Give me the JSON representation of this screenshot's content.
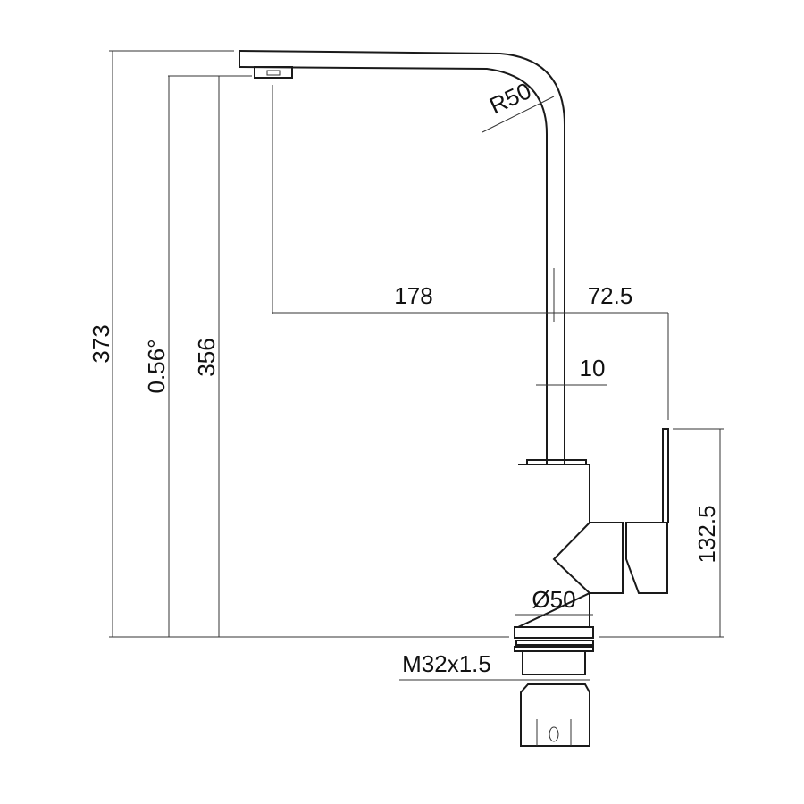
{
  "drawing": {
    "subject": "Kitchen faucet side elevation technical drawing",
    "dimensions": {
      "total_height": "373",
      "spout_angle": "0.56°",
      "spout_height": "356",
      "spout_reach": "178",
      "handle_offset": "72.5",
      "tube_diameter": "10",
      "handle_height": "132.5",
      "body_diameter": "Ø50",
      "bend_radius": "R50",
      "thread": "M32x1.5"
    }
  }
}
